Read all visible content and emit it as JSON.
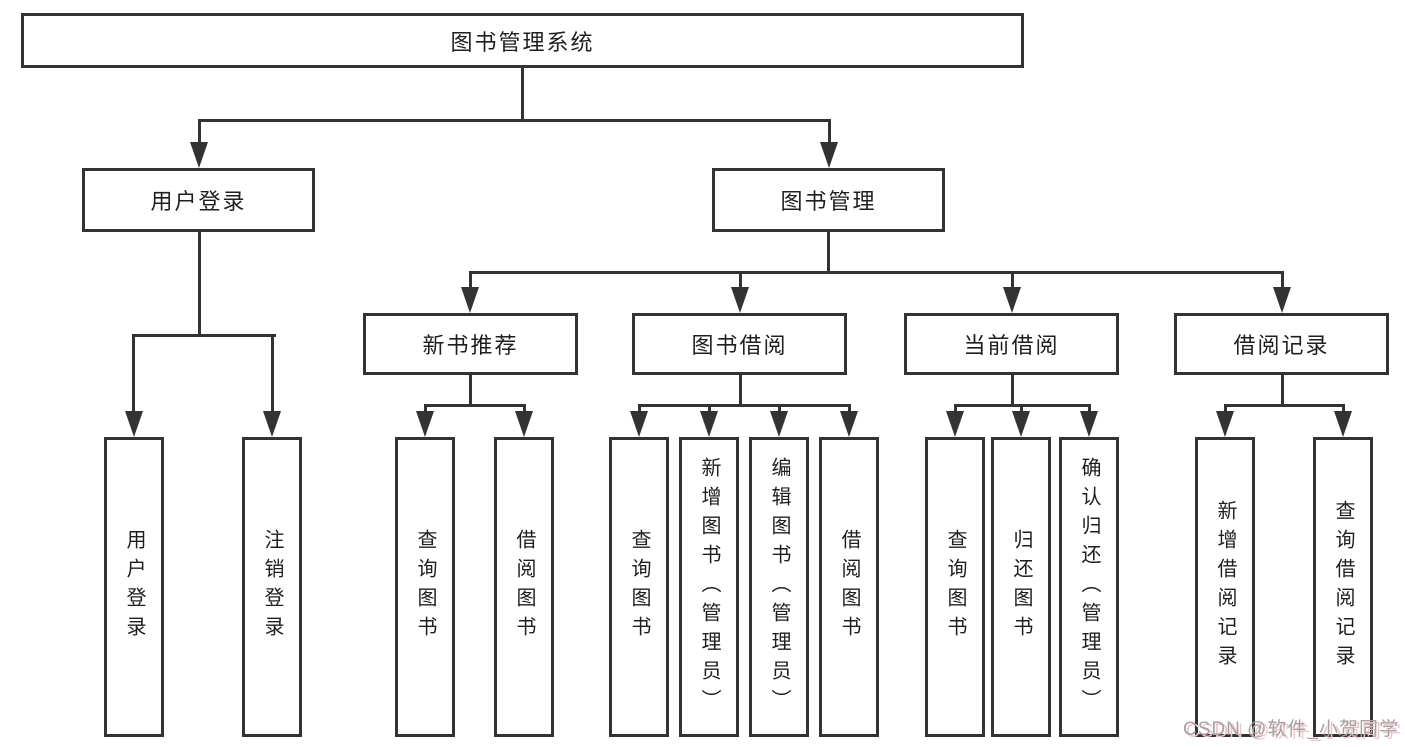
{
  "tree": {
    "root": "图书管理系统",
    "branches": [
      {
        "label": "用户登录",
        "children": [
          "用户登录",
          "注销登录"
        ]
      },
      {
        "label": "图书管理",
        "children": [
          {
            "label": "新书推荐",
            "children": [
              "查询图书",
              "借阅图书"
            ]
          },
          {
            "label": "图书借阅",
            "children": [
              "查询图书",
              "新增图书（管理员）",
              "编辑图书（管理员）",
              "借阅图书"
            ]
          },
          {
            "label": "当前借阅",
            "children": [
              "查询图书",
              "归还图书",
              "确认归还（管理员）"
            ]
          },
          {
            "label": "借阅记录",
            "children": [
              "新增借阅记录",
              "查询借阅记录"
            ]
          }
        ]
      }
    ]
  },
  "watermark": {
    "text": "CSDN @软件_小贺同学"
  },
  "colors": {
    "line": "#333333",
    "box_background": "#ffffff",
    "text": "#1f1f1f",
    "watermark_text": "#a3a3a3",
    "watermark_shadow": "#f3c3ca"
  }
}
